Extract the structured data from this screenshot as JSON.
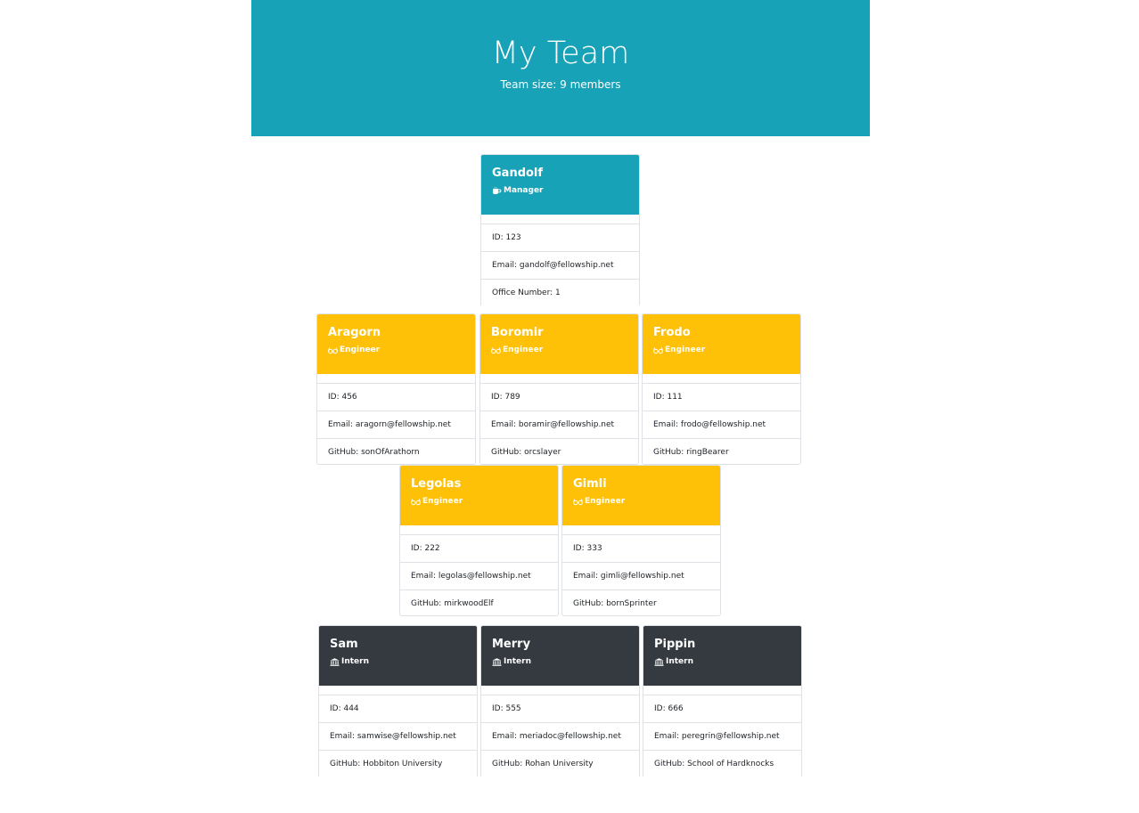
{
  "header": {
    "title": "My Team",
    "subtitle": "Team size: 9 members"
  },
  "colors": {
    "manager": "#17a2b8",
    "engineer": "#ffc107",
    "intern": "#343a40"
  },
  "manager": {
    "name": "Gandolf",
    "role": "Manager",
    "icon": "mug-icon",
    "id": "ID: 123",
    "email": "Email: gandolf@fellowship.net",
    "extra": "Office Number: 1"
  },
  "engineers": [
    {
      "name": "Aragorn",
      "role": "Engineer",
      "icon": "glasses-icon",
      "id": "ID: 456",
      "email": "Email: aragorn@fellowship.net",
      "extra": "GitHub: sonOfArathorn"
    },
    {
      "name": "Boromir",
      "role": "Engineer",
      "icon": "glasses-icon",
      "id": "ID: 789",
      "email": "Email: boramir@fellowship.net",
      "extra": "GitHub: orcslayer"
    },
    {
      "name": "Frodo",
      "role": "Engineer",
      "icon": "glasses-icon",
      "id": "ID: 111",
      "email": "Email: frodo@fellowship.net",
      "extra": "GitHub: ringBearer"
    },
    {
      "name": "Legolas",
      "role": "Engineer",
      "icon": "glasses-icon",
      "id": "ID: 222",
      "email": "Email: legolas@fellowship.net",
      "extra": "GitHub: mirkwoodElf"
    },
    {
      "name": "Gimli",
      "role": "Engineer",
      "icon": "glasses-icon",
      "id": "ID: 333",
      "email": "Email: gimli@fellowship.net",
      "extra": "GitHub: bornSprinter"
    }
  ],
  "interns": [
    {
      "name": "Sam",
      "role": "Intern",
      "icon": "university-icon",
      "id": "ID: 444",
      "email": "Email: samwise@fellowship.net",
      "extra": "GitHub: Hobbiton University"
    },
    {
      "name": "Merry",
      "role": "Intern",
      "icon": "university-icon",
      "id": "ID: 555",
      "email": "Email: meriadoc@fellowship.net",
      "extra": "GitHub: Rohan University"
    },
    {
      "name": "Pippin",
      "role": "Intern",
      "icon": "university-icon",
      "id": "ID: 666",
      "email": "Email: peregrin@fellowship.net",
      "extra": "GitHub: School of Hardknocks"
    }
  ]
}
